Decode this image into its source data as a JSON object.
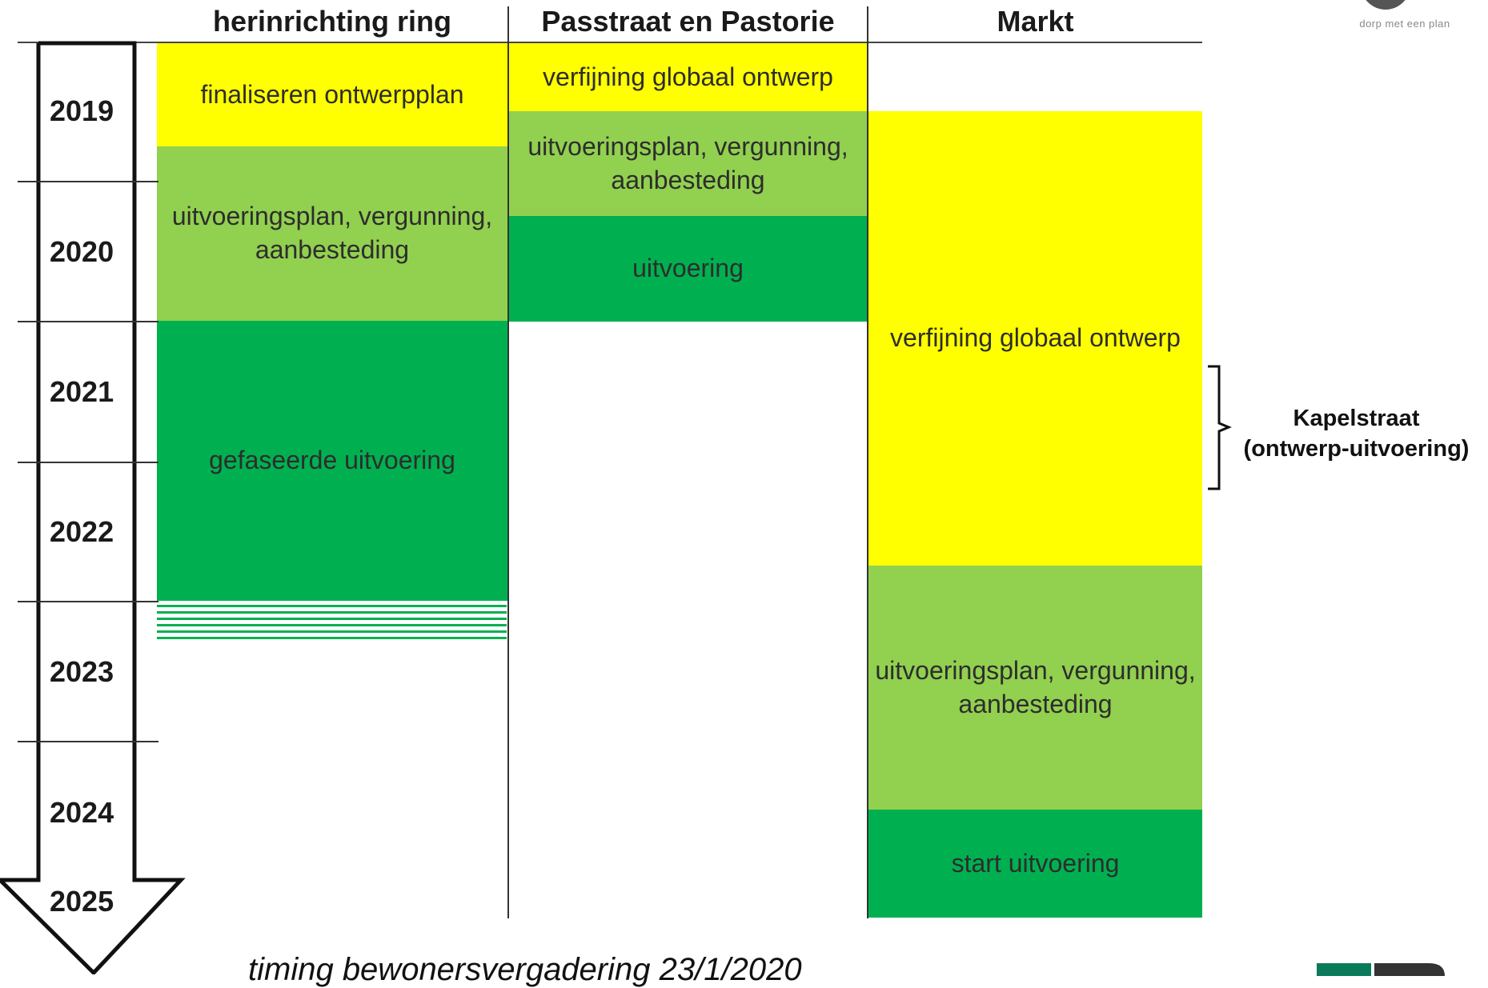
{
  "columns": {
    "ring": "herinrichting ring",
    "passtraat": "Passtraat en Pastorie",
    "markt": "Markt"
  },
  "years": [
    "2019",
    "2020",
    "2021",
    "2022",
    "2023",
    "2024",
    "2025"
  ],
  "bars": {
    "ring_1": "finaliseren ontwerpplan",
    "ring_2": "uitvoeringsplan, vergunning, aanbesteding",
    "ring_3": "gefaseerde uitvoering",
    "pas_1": "verfijning globaal ontwerp",
    "pas_2": "uitvoeringsplan, vergunning, aanbesteding",
    "pas_3": "uitvoering",
    "markt_1": "verfijning globaal ontwerp",
    "markt_2": "uitvoeringsplan, vergunning, aanbesteding",
    "markt_3": "start uitvoering"
  },
  "annotation": {
    "line1": "Kapelstraat",
    "line2": "(ontwerp-uitvoering)"
  },
  "logo_tagline": "dorp met een plan",
  "footer_note": "timing bewonersvergadering 23/1/2020",
  "colors": {
    "design_phase": "#ffff00",
    "preparation_phase": "#92d050",
    "execution_phase": "#00b050"
  }
}
